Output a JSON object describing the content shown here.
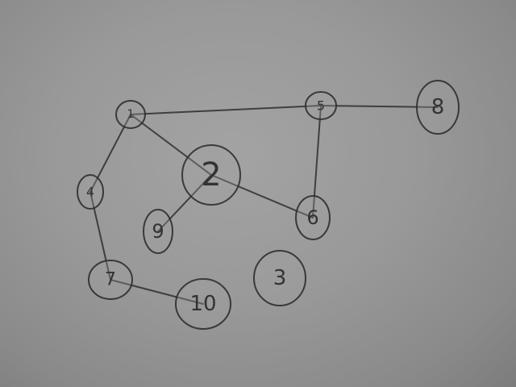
{
  "diagram": {
    "type": "undirected-graph",
    "nodes": [
      {
        "id": "n1",
        "label": "1"
      },
      {
        "id": "n2",
        "label": "2"
      },
      {
        "id": "n3",
        "label": "3"
      },
      {
        "id": "n4",
        "label": "4"
      },
      {
        "id": "n5",
        "label": "5"
      },
      {
        "id": "n6",
        "label": "6"
      },
      {
        "id": "n7",
        "label": "7"
      },
      {
        "id": "n8",
        "label": "8"
      },
      {
        "id": "n9",
        "label": "9"
      },
      {
        "id": "n10",
        "label": "10"
      }
    ],
    "edges": [
      {
        "from": "n1",
        "to": "n5"
      },
      {
        "from": "n5",
        "to": "n8"
      },
      {
        "from": "n5",
        "to": "n6"
      },
      {
        "from": "n1",
        "to": "n2"
      },
      {
        "from": "n1",
        "to": "n4"
      },
      {
        "from": "n2",
        "to": "n9"
      },
      {
        "from": "n2",
        "to": "n6"
      },
      {
        "from": "n4",
        "to": "n7"
      },
      {
        "from": "n7",
        "to": "n10"
      }
    ]
  }
}
